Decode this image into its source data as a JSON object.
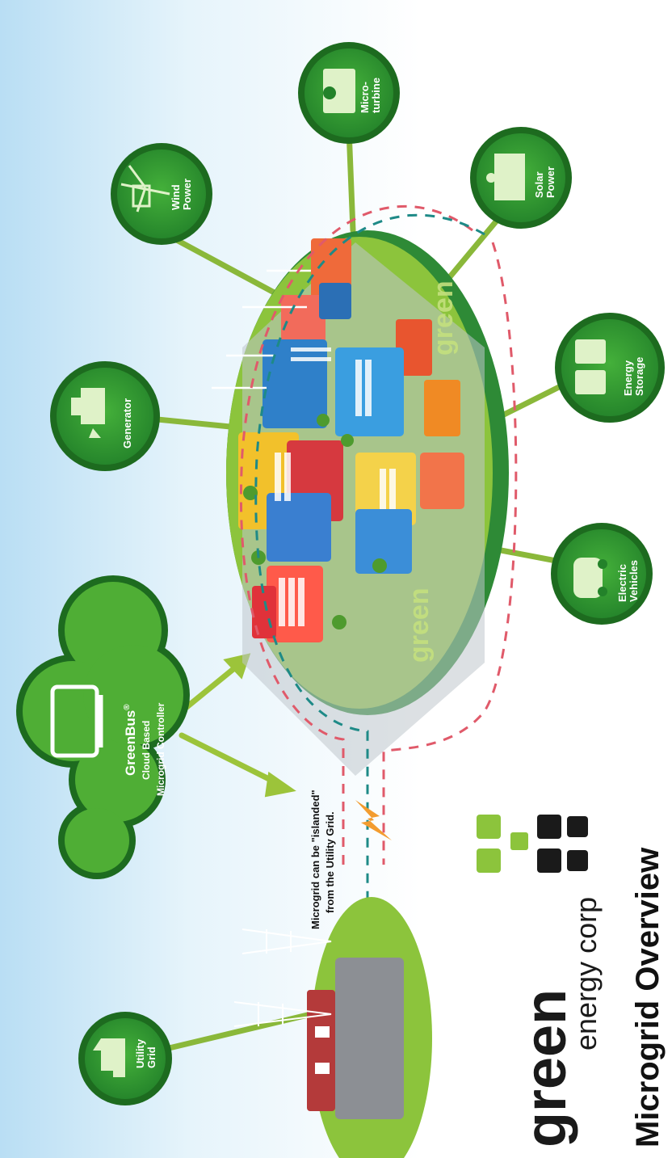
{
  "title": "Microgrid Overview",
  "logo": {
    "word": "green",
    "sub": "energy corp"
  },
  "note": {
    "line1": "Microgrid can be \"islanded\"",
    "line2": "from the Utility Grid."
  },
  "controller": {
    "name": "GreenBus",
    "reg": "®",
    "line2": "Cloud Based",
    "line3": "Microgrid Controller"
  },
  "island_labels": {
    "top": "green",
    "bottom": "green"
  },
  "nodes": {
    "utility_grid": {
      "line1": "Utility",
      "line2": "Grid",
      "icon": "factory-icon"
    },
    "generator": {
      "line1": "Generator",
      "line2": "",
      "icon": "generator-icon"
    },
    "wind_power": {
      "line1": "Wind",
      "line2": "Power",
      "icon": "wind-turbine-icon"
    },
    "microturbine": {
      "line1": "Micro-",
      "line2": "turbine",
      "icon": "microturbine-icon"
    },
    "solar_power": {
      "line1": "Solar",
      "line2": "Power",
      "icon": "solar-panel-icon"
    },
    "energy_storage": {
      "line1": "Energy",
      "line2": "Storage",
      "icon": "battery-icon"
    },
    "electric_vehicles": {
      "line1": "Electric",
      "line2": "Vehicles",
      "icon": "electric-car-icon"
    }
  },
  "colors": {
    "node_fill": "#2f9a2c",
    "node_ring": "#1d6b1f",
    "island": "#8cc43c",
    "island_rim": "#2e8a36",
    "sky": "#cfe9f7",
    "dash_red": "#e05a6a",
    "dash_teal": "#1e8a87",
    "connector": "#8ab83a"
  }
}
